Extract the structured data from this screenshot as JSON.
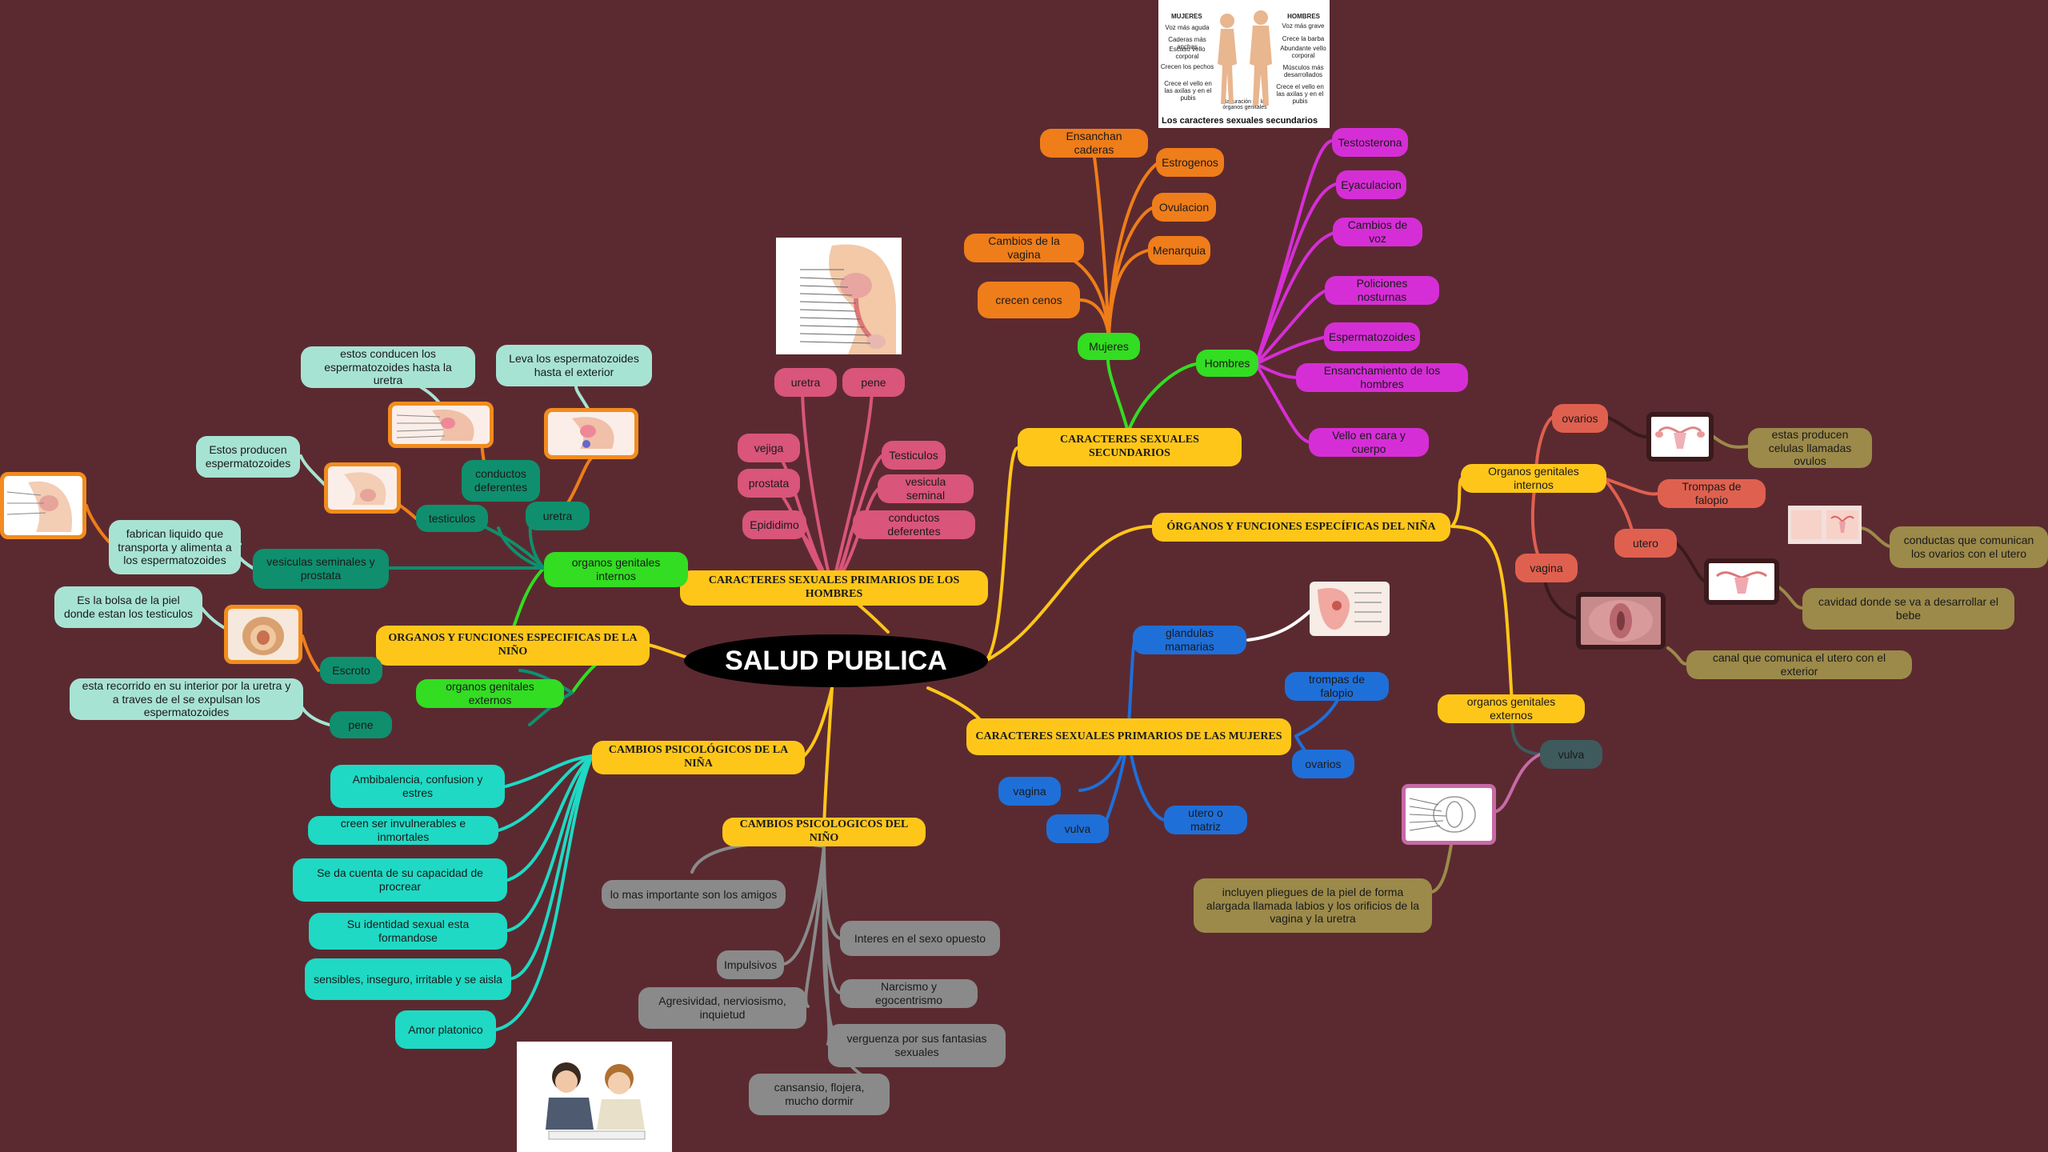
{
  "root": {
    "label": "SALUD PUBLICA"
  },
  "branches": {
    "primarios_hombres": "CARACTERES SEXUALES PRIMARIOS DE LOS HOMBRES",
    "secundarios": "CARACTERES SEXUALES SECUNDARIOS",
    "organos_nina": "ÓRGANOS Y FUNCIONES ESPECÍFICAS DEL NIÑA",
    "organos_nino": "ORGANOS Y FUNCIONES ESPECIFICAS DE LA NIÑO",
    "primarios_mujeres": "CARACTERES SEXUALES PRIMARIOS DE LAS MUJERES",
    "psico_nina": "CAMBIOS PSICOLÓGICOS DE LA NIÑA",
    "psico_nino": "CAMBIOS PSICOLOGICOS DEL NIÑO"
  },
  "primarios_hombres": {
    "uretra": "uretra",
    "pene": "pene",
    "vejiga": "vejiga",
    "prostata": "prostata",
    "epididimo": "Epididimo",
    "testiculos": "Testiculos",
    "vesicula": "vesicula seminal",
    "conductos": "conductos deferentes"
  },
  "secundarios": {
    "mujeres": "Mujeres",
    "hombres": "Hombres",
    "mujeres_items": [
      "Ensanchan caderas",
      "Estrogenos",
      "Ovulacion",
      "Cambios de la vagina",
      "Menarquia",
      "crecen cenos"
    ],
    "hombres_items": [
      "Testosterona",
      "Eyaculacion",
      "Cambios de voz",
      "Policiones nosturnas",
      "Espermatozoides",
      "Ensanchamiento de los hombres",
      "Vello en cara y cuerpo"
    ],
    "image": {
      "left_title": "MUJERES",
      "right_title": "HOMBRES",
      "left_items": [
        "Voz más aguda",
        "Caderas más anchas",
        "Escaso vello corporal",
        "Crecen los pechos",
        "Crece el vello en las axilas y en el pubis"
      ],
      "right_items": [
        "Voz más grave",
        "Crece la barba",
        "Abundante vello corporal",
        "Músculos más desarrollados",
        "Crece el vello en las axilas y en el pubis"
      ],
      "center_note": "Maduración de los órganos genitales",
      "caption": "Los caracteres sexuales secundarios"
    }
  },
  "organos_nina": {
    "internos": "Organos genitales internos",
    "ovarios": "ovarios",
    "ovarios_desc": "estas producen celulas llamadas ovulos",
    "trompas": "Trompas de falopio",
    "trompas_desc": "conductas que comunican los ovarios con el utero",
    "utero": "utero",
    "utero_desc": "cavidad donde se va a desarrollar el bebe",
    "vagina": "vagina",
    "vagina_desc": "canal que comunica el utero con el exterior",
    "externos": "organos genitales externos",
    "vulva": "vulva",
    "vulva_desc": "incluyen pliegues de la piel de forma alargada llamada labios y los orificios de la vagina y la uretra"
  },
  "organos_nino": {
    "internos": "organos genitales internos",
    "externos": "organos genitales externos",
    "uretra": "uretra",
    "uretra_desc": "Leva los espermatozoides hasta el exterior",
    "conductos": "conductos deferentes",
    "conductos_desc": "estos conducen los espermatozoides hasta la uretra",
    "testiculos": "testiculos",
    "testiculos_desc": "Estos producen espermatozoides",
    "vesiculas": "vesiculas seminales y prostata",
    "vesiculas_desc": "fabrican liquido que transporta y alimenta a los espermatozoides",
    "escroto": "Escroto",
    "escroto_desc": "Es la bolsa de la piel donde estan los testiculos",
    "pene": "pene",
    "pene_desc": "esta recorrido en su interior por la uretra y a traves de el se expulsan los espermatozoides"
  },
  "primarios_mujeres": {
    "glandulas": "glandulas mamarias",
    "trompas": "trompas de falopio",
    "ovarios": "ovarios",
    "vagina": "vagina",
    "vulva": "vulva",
    "utero": "utero o matriz"
  },
  "psico_nina": {
    "items": [
      "Ambibalencia, confusion y estres",
      "creen ser invulnerables e inmortales",
      "Se da cuenta de su capacidad de procrear",
      "Su identidad sexual esta formandose",
      "sensibles, inseguro, irritable y se aisla",
      "Amor platonico"
    ]
  },
  "psico_nino": {
    "amigos": "lo mas importante son los amigos",
    "impulsivos": "Impulsivos",
    "agresividad": "Agresividad, nerviosismo, inquietud",
    "cansancio": "cansansio, flojera, mucho dormir",
    "interes": "Interes en el sexo opuesto",
    "narcisismo": "Narcismo y egocentrismo",
    "verguenza": "verguenza por sus fantasias sexuales"
  },
  "colors": {
    "background": "#5b2a30",
    "yellow": "#ffc61a",
    "pink": "#d9557a",
    "orange": "#ef7d1a",
    "magenta": "#d62ed6",
    "green": "#33dd22",
    "teal": "#0f8f6e",
    "mint": "#a7e3d3",
    "cyan": "#1fd9c4",
    "gray": "#8a8a8a",
    "blue": "#1f6fd9",
    "salmon": "#e0604f",
    "olive": "#9c8a4a",
    "slate": "#3f5a5c"
  }
}
